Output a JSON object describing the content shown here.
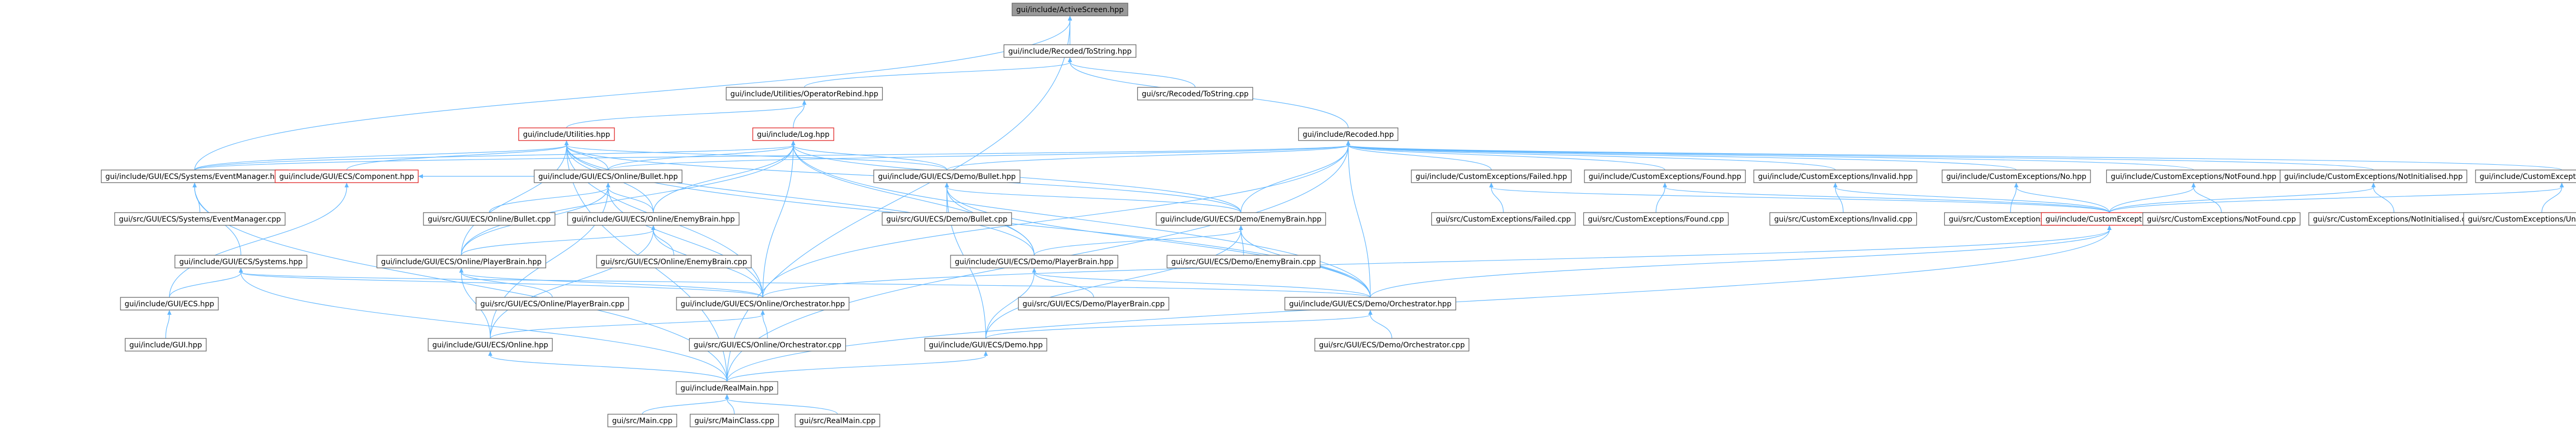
{
  "colors": {
    "edge": "#63b8ff",
    "root_fill": "#999999",
    "border": "#666666",
    "highlight_border": "#e02020",
    "background": "#ffffff"
  },
  "nodes": [
    {
      "id": "activescreen",
      "label": "gui/include/ActiveScreen.hpp",
      "style": "root"
    },
    {
      "id": "recoded_tostring",
      "label": "gui/include/Recoded/ToString.hpp"
    },
    {
      "id": "utilities_opreb",
      "label": "gui/include/Utilities/OperatorRebind.hpp"
    },
    {
      "id": "src_tostring",
      "label": "gui/src/Recoded/ToString.cpp"
    },
    {
      "id": "utilities",
      "label": "gui/include/Utilities.hpp",
      "style": "hl"
    },
    {
      "id": "log",
      "label": "gui/include/Log.hpp",
      "style": "hl"
    },
    {
      "id": "recoded",
      "label": "gui/include/Recoded.hpp"
    },
    {
      "id": "evmgr",
      "label": "gui/include/GUI/ECS/Systems/EventManager.hpp"
    },
    {
      "id": "component",
      "label": "gui/include/GUI/ECS/Component.hpp",
      "style": "hl"
    },
    {
      "id": "onlinebullet",
      "label": "gui/include/GUI/ECS/Online/Bullet.hpp"
    },
    {
      "id": "demobullet",
      "label": "gui/include/GUI/ECS/Demo/Bullet.hpp"
    },
    {
      "id": "ce_failed",
      "label": "gui/include/CustomExceptions/Failed.hpp"
    },
    {
      "id": "ce_found",
      "label": "gui/include/CustomExceptions/Found.hpp"
    },
    {
      "id": "ce_invalid",
      "label": "gui/include/CustomExceptions/Invalid.hpp"
    },
    {
      "id": "ce_no",
      "label": "gui/include/CustomExceptions/No.hpp"
    },
    {
      "id": "ce_notfound",
      "label": "gui/include/CustomExceptions/NotFound.hpp"
    },
    {
      "id": "ce_notinit",
      "label": "gui/include/CustomExceptions/NotInitialised.hpp"
    },
    {
      "id": "ce_unknown",
      "label": "gui/include/CustomExceptions/Unknown.hpp"
    },
    {
      "id": "src_evmgr",
      "label": "gui/src/GUI/ECS/Systems/EventManager.cpp"
    },
    {
      "id": "src_onlinebullet",
      "label": "gui/src/GUI/ECS/Online/Bullet.cpp"
    },
    {
      "id": "onlineenemy",
      "label": "gui/include/GUI/ECS/Online/EnemyBrain.hpp"
    },
    {
      "id": "src_demobullet",
      "label": "gui/src/GUI/ECS/Demo/Bullet.cpp"
    },
    {
      "id": "demoenemy",
      "label": "gui/include/GUI/ECS/Demo/EnemyBrain.hpp"
    },
    {
      "id": "src_failed",
      "label": "gui/src/CustomExceptions/Failed.cpp"
    },
    {
      "id": "src_found",
      "label": "gui/src/CustomExceptions/Found.cpp"
    },
    {
      "id": "src_invalid",
      "label": "gui/src/CustomExceptions/Invalid.cpp"
    },
    {
      "id": "src_no",
      "label": "gui/src/CustomExceptions/No.cpp"
    },
    {
      "id": "customexceptions",
      "label": "gui/include/CustomExceptions.hpp",
      "style": "hl"
    },
    {
      "id": "src_notfound",
      "label": "gui/src/CustomExceptions/NotFound.cpp"
    },
    {
      "id": "src_notinit",
      "label": "gui/src/CustomExceptions/NotInitialised.cpp"
    },
    {
      "id": "src_unknown",
      "label": "gui/src/CustomExceptions/Unknown.cpp"
    },
    {
      "id": "systems",
      "label": "gui/include/GUI/ECS/Systems.hpp"
    },
    {
      "id": "onlineplayer",
      "label": "gui/include/GUI/ECS/Online/PlayerBrain.hpp"
    },
    {
      "id": "src_onlineenemy",
      "label": "gui/src/GUI/ECS/Online/EnemyBrain.cpp"
    },
    {
      "id": "demoplayer",
      "label": "gui/include/GUI/ECS/Demo/PlayerBrain.hpp"
    },
    {
      "id": "src_demoenemy",
      "label": "gui/src/GUI/ECS/Demo/EnemyBrain.cpp"
    },
    {
      "id": "ecs",
      "label": "gui/include/GUI/ECS.hpp"
    },
    {
      "id": "src_onlineplayer",
      "label": "gui/src/GUI/ECS/Online/PlayerBrain.cpp"
    },
    {
      "id": "onlineorch",
      "label": "gui/include/GUI/ECS/Online/Orchestrator.hpp"
    },
    {
      "id": "src_demoplayer",
      "label": "gui/src/GUI/ECS/Demo/PlayerBrain.cpp"
    },
    {
      "id": "demoorch",
      "label": "gui/include/GUI/ECS/Demo/Orchestrator.hpp"
    },
    {
      "id": "gui",
      "label": "gui/include/GUI.hpp"
    },
    {
      "id": "online",
      "label": "gui/include/GUI/ECS/Online.hpp"
    },
    {
      "id": "src_onlineorch",
      "label": "gui/src/GUI/ECS/Online/Orchestrator.cpp"
    },
    {
      "id": "demo",
      "label": "gui/include/GUI/ECS/Demo.hpp"
    },
    {
      "id": "src_demoorch",
      "label": "gui/src/GUI/ECS/Demo/Orchestrator.cpp"
    },
    {
      "id": "realmain",
      "label": "gui/include/RealMain.hpp"
    },
    {
      "id": "src_main",
      "label": "gui/src/Main.cpp"
    },
    {
      "id": "src_mainclass",
      "label": "gui/src/MainClass.cpp"
    },
    {
      "id": "src_realmain",
      "label": "gui/src/RealMain.cpp"
    }
  ],
  "edges": [
    [
      "activescreen",
      "recoded_tostring"
    ],
    [
      "activescreen",
      "evmgr"
    ],
    [
      "activescreen",
      "realmain"
    ],
    [
      "recoded_tostring",
      "utilities_opreb"
    ],
    [
      "recoded_tostring",
      "src_tostring"
    ],
    [
      "recoded_tostring",
      "recoded"
    ],
    [
      "utilities_opreb",
      "utilities"
    ],
    [
      "utilities_opreb",
      "log"
    ],
    [
      "utilities",
      "evmgr"
    ],
    [
      "utilities",
      "component"
    ],
    [
      "utilities",
      "onlinebullet"
    ],
    [
      "utilities",
      "demobullet"
    ],
    [
      "utilities",
      "onlineenemy"
    ],
    [
      "utilities",
      "demoenemy"
    ],
    [
      "utilities",
      "onlineplayer"
    ],
    [
      "utilities",
      "demoplayer"
    ],
    [
      "utilities",
      "onlineorch"
    ],
    [
      "utilities",
      "demoorch"
    ],
    [
      "utilities",
      "realmain"
    ],
    [
      "log",
      "evmgr"
    ],
    [
      "log",
      "onlinebullet"
    ],
    [
      "log",
      "demobullet"
    ],
    [
      "log",
      "onlineenemy"
    ],
    [
      "log",
      "demoenemy"
    ],
    [
      "log",
      "onlineplayer"
    ],
    [
      "log",
      "demoplayer"
    ],
    [
      "log",
      "onlineorch"
    ],
    [
      "log",
      "demoorch"
    ],
    [
      "recoded",
      "evmgr"
    ],
    [
      "recoded",
      "onlinebullet"
    ],
    [
      "recoded",
      "demobullet"
    ],
    [
      "recoded",
      "ce_failed"
    ],
    [
      "recoded",
      "ce_found"
    ],
    [
      "recoded",
      "ce_invalid"
    ],
    [
      "recoded",
      "ce_no"
    ],
    [
      "recoded",
      "ce_notfound"
    ],
    [
      "recoded",
      "ce_notinit"
    ],
    [
      "recoded",
      "ce_unknown"
    ],
    [
      "recoded",
      "demoenemy"
    ],
    [
      "recoded",
      "onlineorch"
    ],
    [
      "recoded",
      "demoorch"
    ],
    [
      "recoded",
      "realmain"
    ],
    [
      "evmgr",
      "src_evmgr"
    ],
    [
      "evmgr",
      "systems"
    ],
    [
      "evmgr",
      "realmain"
    ],
    [
      "component",
      "onlinebullet"
    ],
    [
      "component",
      "ecs"
    ],
    [
      "onlinebullet",
      "src_onlinebullet"
    ],
    [
      "onlinebullet",
      "onlineenemy"
    ],
    [
      "onlinebullet",
      "onlineplayer"
    ],
    [
      "onlinebullet",
      "onlineorch"
    ],
    [
      "onlinebullet",
      "online"
    ],
    [
      "demobullet",
      "src_demobullet"
    ],
    [
      "demobullet",
      "demoenemy"
    ],
    [
      "demobullet",
      "demoplayer"
    ],
    [
      "demobullet",
      "demoorch"
    ],
    [
      "demobullet",
      "demo"
    ],
    [
      "ce_failed",
      "src_failed"
    ],
    [
      "ce_failed",
      "customexceptions"
    ],
    [
      "ce_found",
      "src_found"
    ],
    [
      "ce_found",
      "customexceptions"
    ],
    [
      "ce_invalid",
      "src_invalid"
    ],
    [
      "ce_invalid",
      "customexceptions"
    ],
    [
      "ce_no",
      "src_no"
    ],
    [
      "ce_no",
      "customexceptions"
    ],
    [
      "ce_notfound",
      "src_notfound"
    ],
    [
      "ce_notfound",
      "customexceptions"
    ],
    [
      "ce_notinit",
      "src_notinit"
    ],
    [
      "ce_notinit",
      "customexceptions"
    ],
    [
      "ce_unknown",
      "src_unknown"
    ],
    [
      "ce_unknown",
      "customexceptions"
    ],
    [
      "customexceptions",
      "onlineorch"
    ],
    [
      "customexceptions",
      "demoorch"
    ],
    [
      "customexceptions",
      "realmain"
    ],
    [
      "onlineenemy",
      "src_onlineenemy"
    ],
    [
      "onlineenemy",
      "onlineplayer"
    ],
    [
      "onlineenemy",
      "onlineorch"
    ],
    [
      "onlineenemy",
      "online"
    ],
    [
      "demoenemy",
      "src_demoenemy"
    ],
    [
      "demoenemy",
      "demoplayer"
    ],
    [
      "demoenemy",
      "demoorch"
    ],
    [
      "demoenemy",
      "demo"
    ],
    [
      "systems",
      "ecs"
    ],
    [
      "systems",
      "onlineorch"
    ],
    [
      "systems",
      "demoorch"
    ],
    [
      "systems",
      "realmain"
    ],
    [
      "onlineplayer",
      "src_onlineplayer"
    ],
    [
      "onlineplayer",
      "onlineorch"
    ],
    [
      "onlineplayer",
      "online"
    ],
    [
      "demoplayer",
      "src_demoplayer"
    ],
    [
      "demoplayer",
      "demoorch"
    ],
    [
      "demoplayer",
      "demo"
    ],
    [
      "ecs",
      "gui"
    ],
    [
      "onlineorch",
      "online"
    ],
    [
      "onlineorch",
      "src_onlineorch"
    ],
    [
      "demoorch",
      "demo"
    ],
    [
      "demoorch",
      "src_demoorch"
    ],
    [
      "online",
      "realmain"
    ],
    [
      "demo",
      "realmain"
    ],
    [
      "realmain",
      "src_main"
    ],
    [
      "realmain",
      "src_mainclass"
    ],
    [
      "realmain",
      "src_realmain"
    ]
  ]
}
